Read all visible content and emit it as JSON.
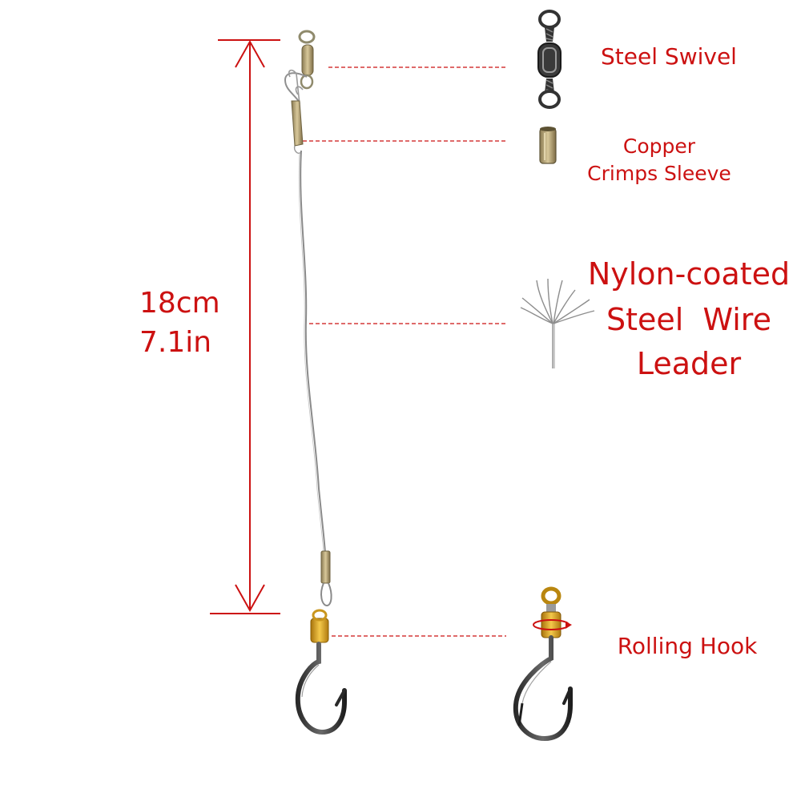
{
  "measurement": {
    "cm": "18cm",
    "inch": "7.1in"
  },
  "parts": {
    "swivel": {
      "label": "Steel Swivel"
    },
    "crimp": {
      "line1": "Copper",
      "line2": "Crimps Sleeve"
    },
    "wire": {
      "line1": "Nylon-coated",
      "line2": "Steel  Wire",
      "line3": "Leader"
    },
    "hook": {
      "label": "Rolling Hook"
    }
  },
  "colors": {
    "annotation": "#cc1111",
    "wire": "#8a8a8a",
    "metal_dark": "#2c2c2c",
    "gold": "#d9a21c"
  }
}
